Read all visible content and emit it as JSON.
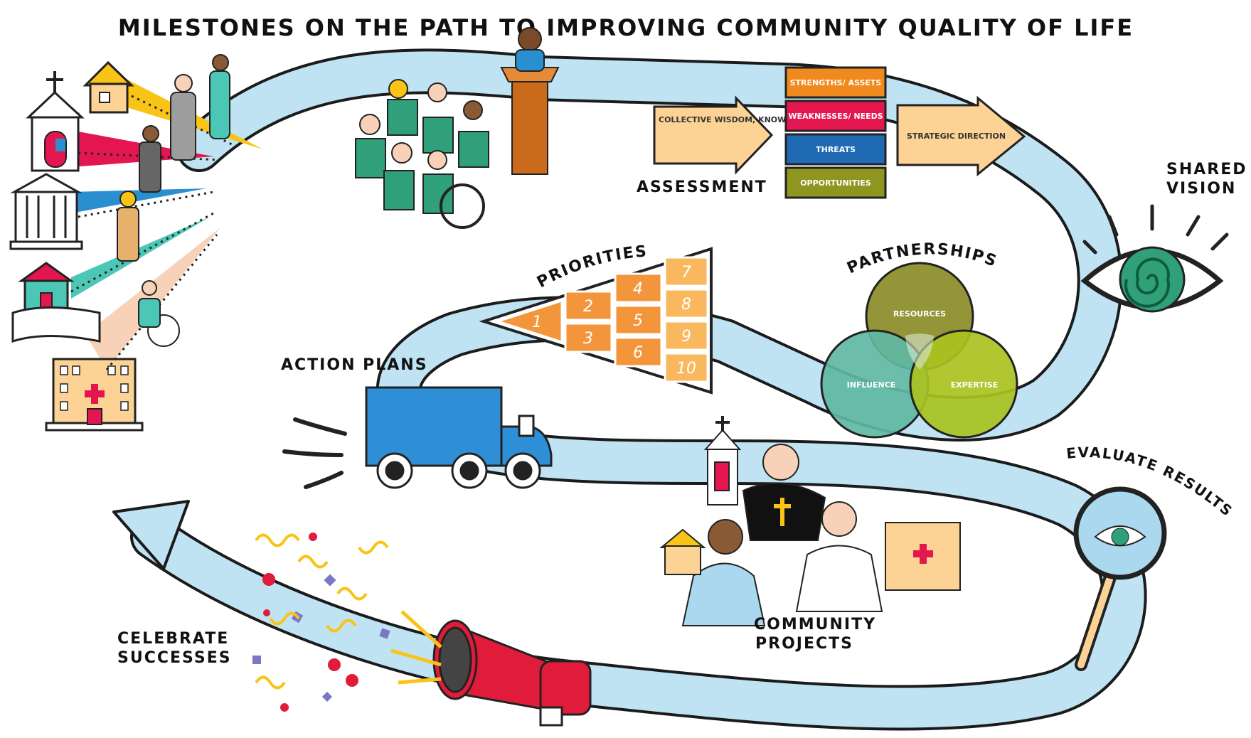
{
  "title": "MILESTONES ON THE PATH  TO IMPROVING COMMUNITY QUALITY OF LIFE",
  "assessment": {
    "input_text": "COLLECTIVE WISDOM, KNOWLEDGE & EXPERIENCE",
    "label": "ASSESSMENT",
    "swot": [
      "STRENGTHS/ ASSETS",
      "WEAKNESSES/ NEEDS",
      "THREATS",
      "OPPORTUNITIES"
    ],
    "output_text": "STRATEGIC DIRECTION"
  },
  "shared_vision": [
    "SHARED",
    "VISION"
  ],
  "partnerships": {
    "label": "PARTNERSHIPS",
    "circles": [
      "RESOURCES",
      "INFLUENCE",
      "EXPERTISE"
    ]
  },
  "priorities": {
    "label": "PRIORITIES",
    "numbers": [
      "1",
      "2",
      "3",
      "4",
      "5",
      "6",
      "7",
      "8",
      "9",
      "10"
    ]
  },
  "action_plans": "ACTION PLANS",
  "evaluate_results": "EVALUATE RESULTS",
  "community_projects": [
    "COMMUNITY",
    "PROJECTS"
  ],
  "celebrate_successes": [
    "CELEBRATE",
    "SUCCESSES"
  ],
  "colors": {
    "path": "#bfe3f3",
    "path_stroke": "#1b1b1b",
    "strengths": "#f08a1e",
    "weaknesses": "#e4164f",
    "threats": "#1f6ab3",
    "opportunities": "#8f961f",
    "arrow_box": "#fcd394",
    "priority_orange": "#f3953a",
    "priority_light": "#f9b85d",
    "resources": "#8b8b27",
    "influence": "#5fb8a3",
    "expertise": "#a9c21f",
    "truck": "#2f8fd6",
    "megaphone": "#e11c3a"
  }
}
